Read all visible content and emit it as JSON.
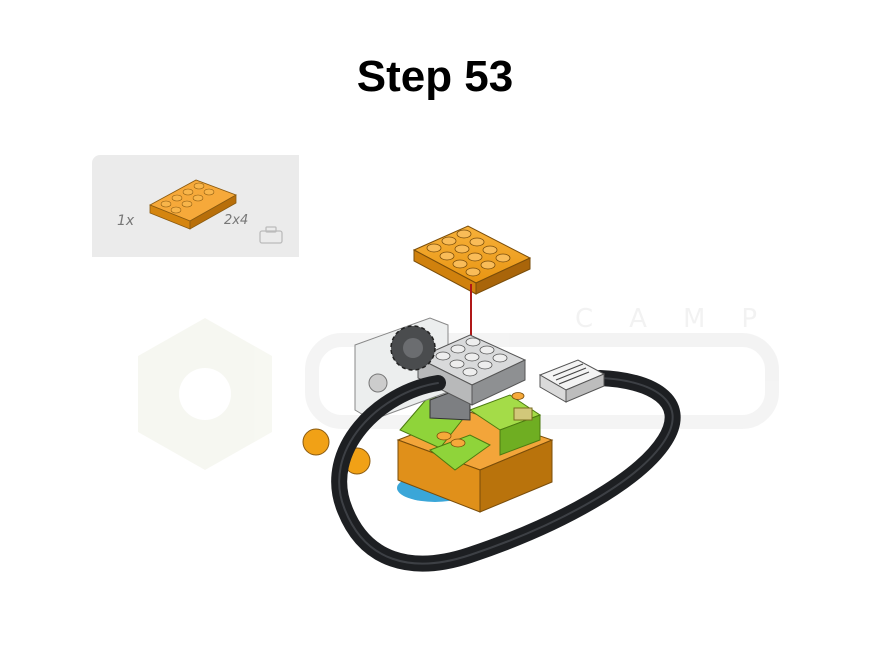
{
  "title": "Step 53",
  "parts_list": {
    "quantity": "1x",
    "part_size": "2x4",
    "part_color": "#e8950f",
    "part_icon": "plate-2x4-icon",
    "toolbox_icon": "toolbox-icon"
  },
  "watermark": {
    "text": "CAMP",
    "icon": "hexagon-logo-icon"
  },
  "model": {
    "icon": "lego-assembly-icon",
    "arrow_icon": "insertion-arrow-icon",
    "cable_icon": "cable-icon"
  }
}
